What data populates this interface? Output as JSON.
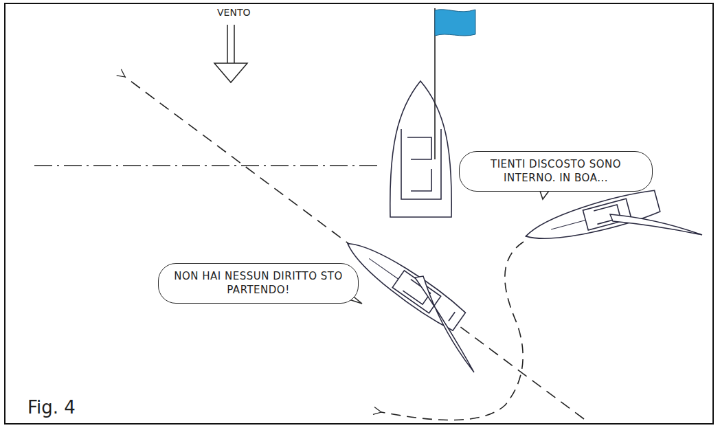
{
  "diagram": {
    "nodes": [
      {
        "text": [
          "TIENTI DISCOSTO SONO INTERNO. IN BOA..."
        ]
      },
      {
        "text": [
          "NON HAI NESSUN DIRITTO STO PARTENDO!"
        ]
      }
    ],
    "labels": [
      "VENTO",
      "Fig. 4"
    ]
  }
}
